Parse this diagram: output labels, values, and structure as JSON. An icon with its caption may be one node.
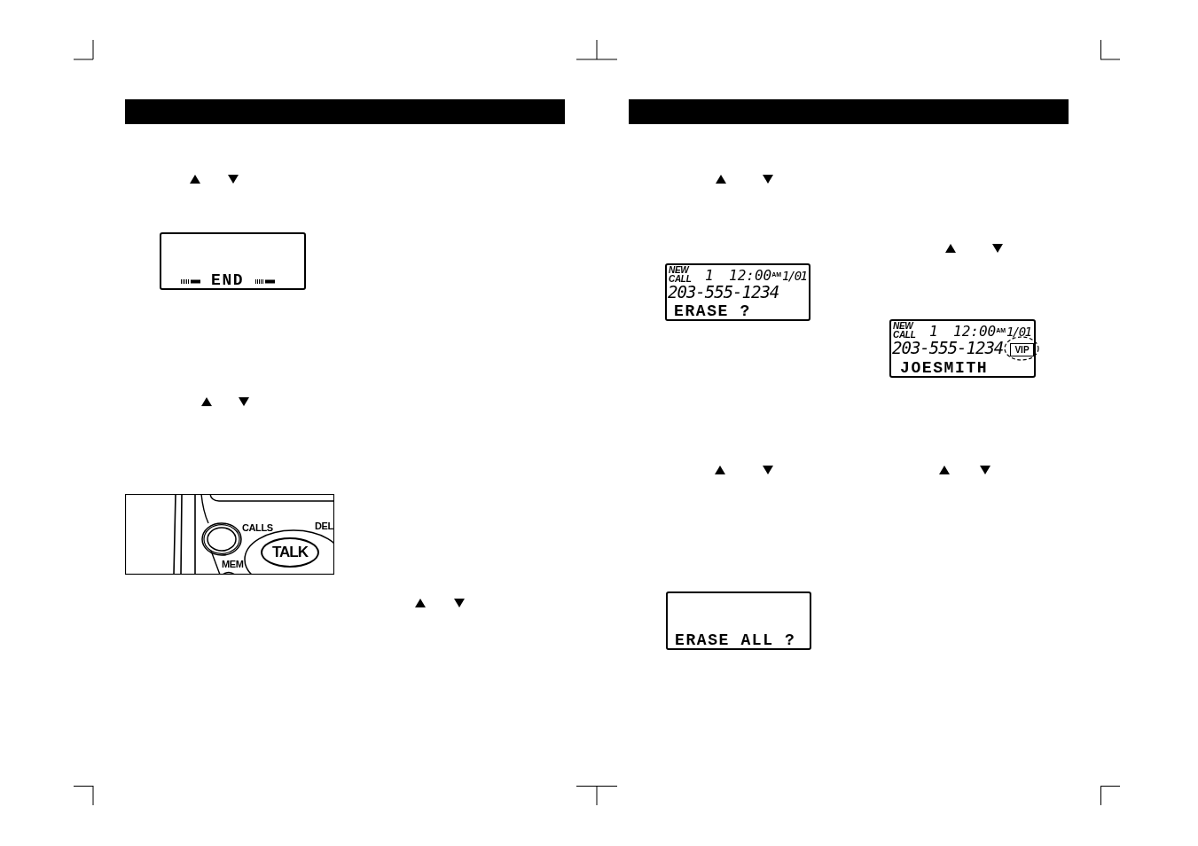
{
  "diagram": {
    "nodes": [
      {
        "text": [
          "END"
        ]
      },
      {
        "text": [
          "TALK"
        ]
      },
      {
        "text": [
          "NEW CALL",
          "1",
          "12:00$^{AM}$",
          "1/01",
          "203-555-1234",
          "ERASE ?"
        ]
      },
      {
        "text": [
          "NEW CALL",
          "1",
          "12:00$^{AM}$",
          "1/01",
          "203-555-1234",
          "JOESMITH"
        ]
      },
      {
        "text": [
          "VIP"
        ],
        "in": 3
      },
      {
        "text": [
          "ERASE ALL ?"
        ]
      }
    ],
    "labels": [
      "CALLS",
      "DEL",
      "MEM"
    ]
  }
}
